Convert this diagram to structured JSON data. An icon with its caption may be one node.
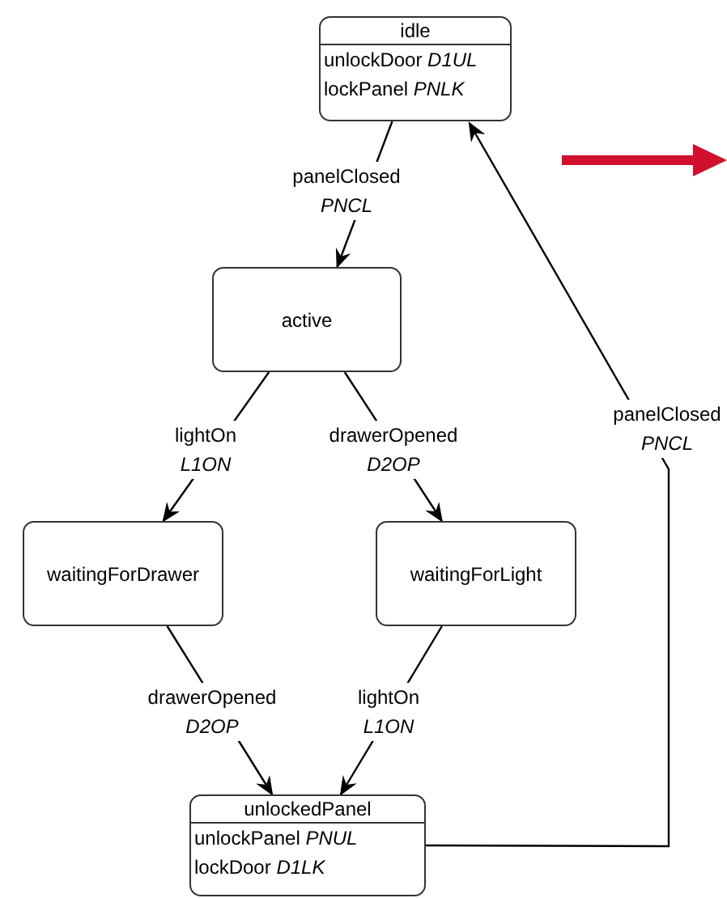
{
  "diagram": {
    "nodes": [
      {
        "text": [
          "idle",
          "unlockDoor *D1UL*",
          "lockPanel *PNLK*"
        ]
      },
      {
        "text": [
          "active"
        ]
      },
      {
        "text": [
          "waitingForDrawer"
        ]
      },
      {
        "text": [
          "waitingForLight"
        ]
      },
      {
        "text": [
          "unlockedPanel",
          "unlockPanel *PNUL*",
          "lockDoor *D1LK*"
        ]
      }
    ],
    "edges": [
      {
        "from": 0,
        "to": 1,
        "arrow": "to",
        "label": "panelClosed *PNCL*"
      },
      {
        "from": 1,
        "to": 2,
        "arrow": "to",
        "label": "lightOn *L1ON*"
      },
      {
        "from": 1,
        "to": 3,
        "arrow": "to",
        "label": "drawerOpened *D2OP*"
      },
      {
        "from": 2,
        "to": 4,
        "arrow": "to",
        "label": "drawerOpened *D2OP*"
      },
      {
        "from": 3,
        "to": 4,
        "arrow": "to",
        "label": "lightOn *L1ON*"
      },
      {
        "from": 4,
        "to": 0,
        "arrow": "to",
        "label": "panelClosed *PNCL*"
      }
    ]
  }
}
